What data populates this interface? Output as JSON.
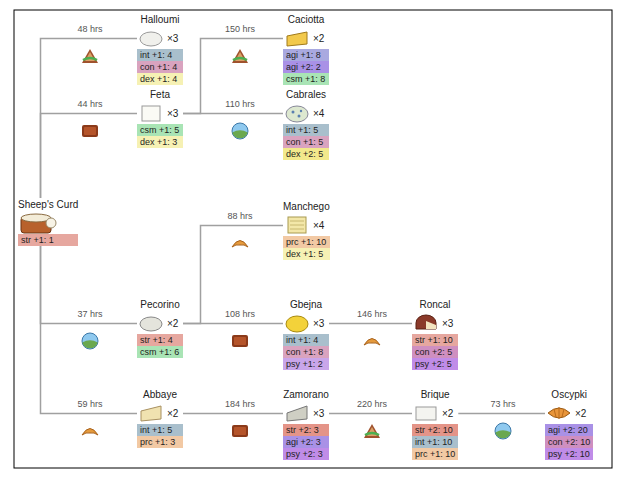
{
  "diagram": {
    "nodes": [
      {
        "text": [
          "Sheep's Curd"
        ]
      },
      {
        "text": [
          "str +1: 1"
        ],
        "in": 0
      },
      {
        "text": [
          "Halloumi",
          "×3"
        ]
      },
      {
        "text": [
          "int +1: 4"
        ],
        "in": 2
      },
      {
        "text": [
          "con +1: 4"
        ],
        "in": 2
      },
      {
        "text": [
          "dex +1: 4"
        ],
        "in": 2
      },
      {
        "text": [
          "Caciotta",
          "×2"
        ]
      },
      {
        "text": [
          "agi +1: 8"
        ],
        "in": 6
      },
      {
        "text": [
          "agi +2: 2"
        ],
        "in": 6
      },
      {
        "text": [
          "csm +1: 8"
        ],
        "in": 6
      },
      {
        "text": [
          "Feta",
          "×3"
        ]
      },
      {
        "text": [
          "csm +1: 5"
        ],
        "in": 10
      },
      {
        "text": [
          "dex +1: 3"
        ],
        "in": 10
      },
      {
        "text": [
          "Cabrales",
          "×4"
        ]
      },
      {
        "text": [
          "int +1: 5"
        ],
        "in": 13
      },
      {
        "text": [
          "con +1: 5"
        ],
        "in": 13
      },
      {
        "text": [
          "dex +2: 5"
        ],
        "in": 13
      },
      {
        "text": [
          "Manchego",
          "×4"
        ]
      },
      {
        "text": [
          "prc +1: 10"
        ],
        "in": 17
      },
      {
        "text": [
          "dex +1: 5"
        ],
        "in": 17
      },
      {
        "text": [
          "Pecorino",
          "×2"
        ]
      },
      {
        "text": [
          "str +1: 4"
        ],
        "in": 20
      },
      {
        "text": [
          "csm +1: 6"
        ],
        "in": 20
      },
      {
        "text": [
          "Gbejna",
          "×3"
        ]
      },
      {
        "text": [
          "int +1: 4"
        ],
        "in": 23
      },
      {
        "text": [
          "con +1: 8"
        ],
        "in": 23
      },
      {
        "text": [
          "psy +1: 2"
        ],
        "in": 23
      },
      {
        "text": [
          "Roncal",
          "×3"
        ]
      },
      {
        "text": [
          "str +1: 10"
        ],
        "in": 27
      },
      {
        "text": [
          "con +2: 5"
        ],
        "in": 27
      },
      {
        "text": [
          "psy +2: 5"
        ],
        "in": 27
      },
      {
        "text": [
          "Abbaye",
          "×2"
        ]
      },
      {
        "text": [
          "int +1: 5"
        ],
        "in": 31
      },
      {
        "text": [
          "prc +1: 3"
        ],
        "in": 31
      },
      {
        "text": [
          "Zamorano",
          "×3"
        ]
      },
      {
        "text": [
          "str +2: 3"
        ],
        "in": 34
      },
      {
        "text": [
          "agi +2: 3"
        ],
        "in": 34
      },
      {
        "text": [
          "psy +2: 3"
        ],
        "in": 34
      },
      {
        "text": [
          "Brique",
          "×2"
        ]
      },
      {
        "text": [
          "str +2: 10"
        ],
        "in": 38
      },
      {
        "text": [
          "int +1: 10"
        ],
        "in": 38
      },
      {
        "text": [
          "prc +1: 10"
        ],
        "in": 38
      },
      {
        "text": [
          "Oscypki",
          "×2"
        ]
      },
      {
        "text": [
          "agi +2: 20"
        ],
        "in": 42
      },
      {
        "text": [
          "con +2: 10"
        ],
        "in": 42
      },
      {
        "text": [
          "psy +2: 10"
        ],
        "in": 42
      }
    ],
    "edges": [
      {
        "from": 0,
        "to": 2,
        "label": "48 hrs",
        "arrow": "none"
      },
      {
        "from": 0,
        "to": 10,
        "label": "44 hrs",
        "arrow": "none"
      },
      {
        "from": 0,
        "to": 20,
        "label": "37 hrs",
        "arrow": "none"
      },
      {
        "from": 0,
        "to": 31,
        "label": "59 hrs",
        "arrow": "none"
      },
      {
        "from": 10,
        "to": 6,
        "label": "150 hrs",
        "arrow": "none"
      },
      {
        "from": 10,
        "to": 13,
        "label": "110 hrs",
        "arrow": "none"
      },
      {
        "from": 20,
        "to": 17,
        "label": "88 hrs",
        "arrow": "none"
      },
      {
        "from": 20,
        "to": 23,
        "label": "108 hrs",
        "arrow": "none"
      },
      {
        "from": 23,
        "to": 27,
        "label": "146 hrs",
        "arrow": "none"
      },
      {
        "from": 31,
        "to": 34,
        "label": "184 hrs",
        "arrow": "none"
      },
      {
        "from": 34,
        "to": 38,
        "label": "220 hrs",
        "arrow": "none"
      },
      {
        "from": 38,
        "to": 42,
        "label": "73 hrs",
        "arrow": "none"
      }
    ]
  }
}
